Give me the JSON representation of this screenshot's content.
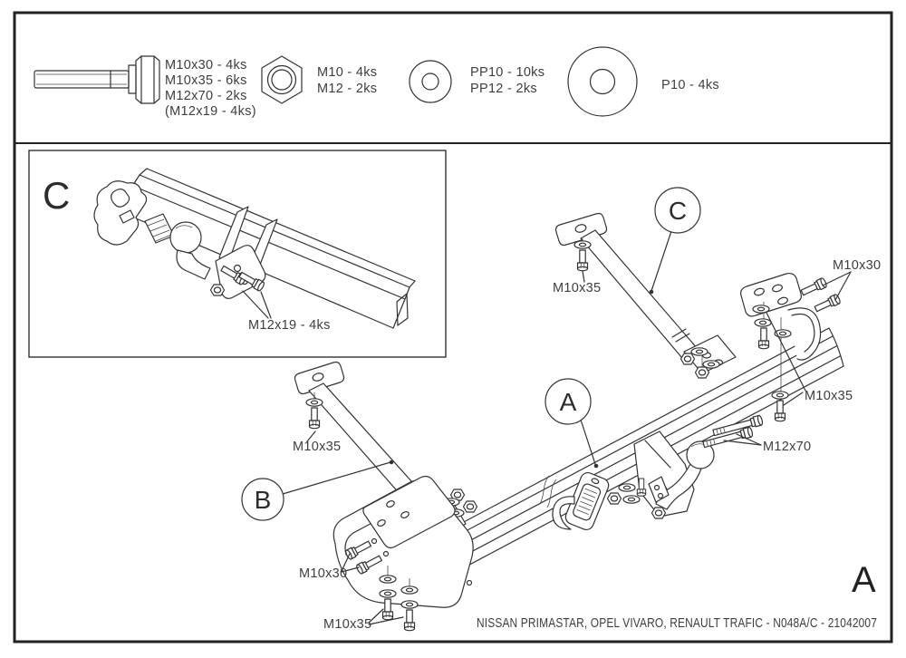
{
  "drawing": {
    "line_color": "#333333",
    "text_color": "#3e3e3e"
  },
  "legend": {
    "bolt_icon": "hex-bolt-side-view",
    "nut_icon": "hex-nut-face-view",
    "washer_icon": "flat-washer",
    "big_washer_icon": "large-flat-washer",
    "bolt_labels": [
      "M10x30 - 4ks",
      "M10x35 - 6ks",
      "M12x70 - 2ks",
      "(M12x19 - 4ks)"
    ],
    "nut_labels": [
      "M10 - 4ks",
      "M12 - 2ks"
    ],
    "washer_labels": [
      "PP10 - 10ks",
      "PP12 - 2ks"
    ],
    "big_washer_label": "P10 - 4ks"
  },
  "inset": {
    "letter": "C",
    "part_label": "M12x19 - 4ks"
  },
  "callouts": {
    "a": "A",
    "b": "B",
    "c": "C"
  },
  "part_labels": {
    "strut_right": "M10x35",
    "top_right": "M10x30",
    "right_lower": "M10x35",
    "long_bolts": "M12x70",
    "strut_left": "M10x35",
    "bottom_left": "M10x30",
    "bottom": "M10x35"
  },
  "footer": {
    "title": "NISSAN PRIMASTAR, OPEL VIVARO, RENAULT TRAFIC - N048A/C - 21042007",
    "sheet_letter": "A"
  }
}
